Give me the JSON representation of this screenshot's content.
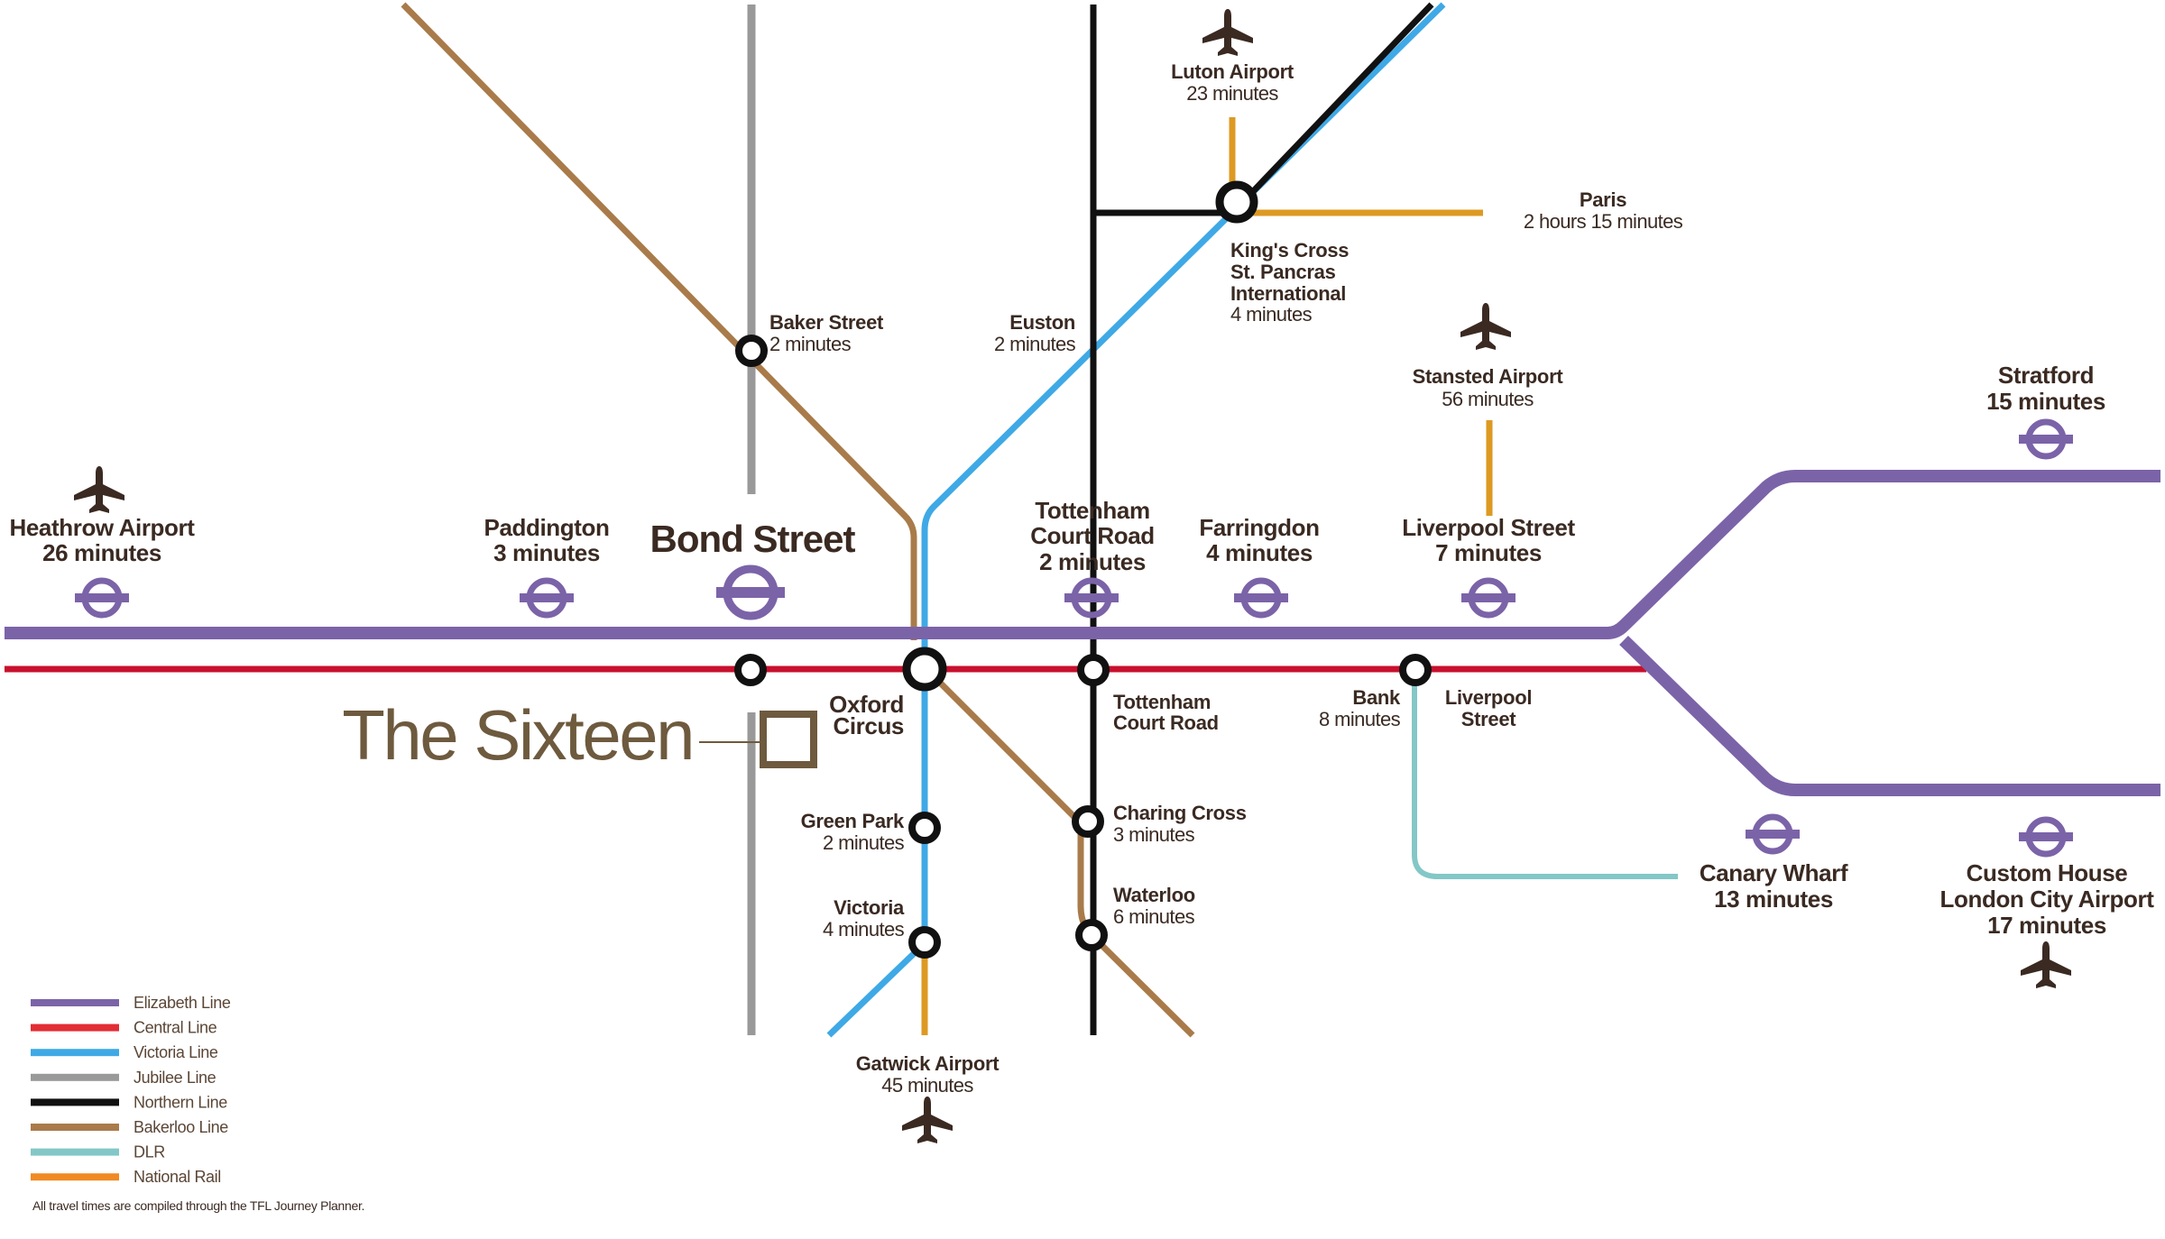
{
  "colors": {
    "elizabeth": "#7b63a8",
    "central": "#c8102e",
    "victoria": "#3fa9e6",
    "jubilee": "#999999",
    "northern": "#111111",
    "bakerloo": "#a97b4a",
    "dlr": "#84c7c7",
    "national_rail": "#dd9a22",
    "text": "#3a2a22",
    "brand": "#6e5a3e",
    "roundel": "#7b63a8"
  },
  "brand": {
    "name": "The Sixteen"
  },
  "stations": {
    "heathrow": {
      "name": "Heathrow Airport",
      "time": "26 minutes"
    },
    "paddington": {
      "name": "Paddington",
      "time": "3 minutes"
    },
    "bond_street": {
      "name": "Bond Street"
    },
    "tottenham_eliz": {
      "name_1": "Tottenham",
      "name_2": "Court Road",
      "time": "2 minutes"
    },
    "farringdon": {
      "name": "Farringdon",
      "time": "4 minutes"
    },
    "liverpool_eliz": {
      "name": "Liverpool Street",
      "time": "7 minutes"
    },
    "stratford": {
      "name": "Stratford",
      "time": "15 minutes"
    },
    "canary_wharf": {
      "name": "Canary Wharf",
      "time": "13 minutes"
    },
    "custom_house": {
      "name_1": "Custom House",
      "name_2": "London City Airport",
      "time": "17 minutes"
    },
    "baker_street": {
      "name": "Baker Street",
      "time": "2 minutes"
    },
    "euston": {
      "name": "Euston",
      "time": "2 minutes"
    },
    "luton": {
      "name": "Luton Airport",
      "time": "23 minutes"
    },
    "kings_cross": {
      "name_1": "King's Cross",
      "name_2": "St. Pancras",
      "name_3": "International",
      "time": "4 minutes"
    },
    "paris": {
      "name": "Paris",
      "time": "2 hours 15 minutes"
    },
    "stansted": {
      "name": "Stansted Airport",
      "time": "56 minutes"
    },
    "oxford_circus": {
      "name_1": "Oxford",
      "name_2": "Circus"
    },
    "tottenham_central": {
      "name_1": "Tottenham",
      "name_2": "Court Road"
    },
    "bank": {
      "name": "Bank",
      "time": "8 minutes"
    },
    "liverpool_central": {
      "name_1": "Liverpool",
      "name_2": "Street"
    },
    "green_park": {
      "name": "Green Park",
      "time": "2 minutes"
    },
    "victoria": {
      "name": "Victoria",
      "time": "4 minutes"
    },
    "charing_cross": {
      "name": "Charing Cross",
      "time": "3 minutes"
    },
    "waterloo": {
      "name": "Waterloo",
      "time": "6 minutes"
    },
    "gatwick": {
      "name": "Gatwick Airport",
      "time": "45 minutes"
    }
  },
  "icons": {
    "airports": [
      "airplane-icon"
    ],
    "roundel": "underground-roundel-icon"
  },
  "legend": [
    {
      "label": "Elizabeth Line",
      "color": "#7b63a8"
    },
    {
      "label": "Central Line",
      "color": "#e32d35"
    },
    {
      "label": "Victoria Line",
      "color": "#3fa9e6"
    },
    {
      "label": "Jubilee Line",
      "color": "#999999"
    },
    {
      "label": "Northern Line",
      "color": "#111111"
    },
    {
      "label": "Bakerloo Line",
      "color": "#a97b4a"
    },
    {
      "label": "DLR",
      "color": "#84c7c7"
    },
    {
      "label": "National Rail",
      "color": "#f08a24"
    }
  ],
  "footnote": "All travel times are compiled through the TFL Journey Planner."
}
